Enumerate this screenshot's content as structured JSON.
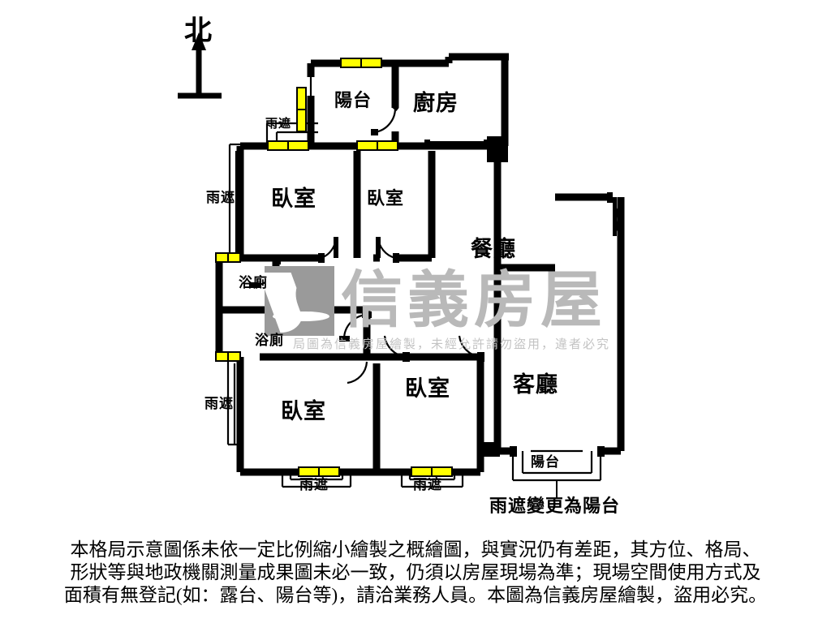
{
  "document": {
    "type": "floor-plan",
    "orientation_label": "北",
    "orientation_name": "north-compass"
  },
  "rooms": [
    {
      "key": "balcony_top",
      "label": "陽台",
      "name": "room-label-balcony-top"
    },
    {
      "key": "kitchen",
      "label": "廚房",
      "name": "room-label-kitchen"
    },
    {
      "key": "bedroom_1",
      "label": "臥室",
      "name": "room-label-bedroom-1"
    },
    {
      "key": "bedroom_2",
      "label": "臥室",
      "name": "room-label-bedroom-2"
    },
    {
      "key": "bathroom_1",
      "label": "浴廁",
      "name": "room-label-bathroom-1"
    },
    {
      "key": "bathroom_2",
      "label": "浴廁",
      "name": "room-label-bathroom-2"
    },
    {
      "key": "bedroom_3",
      "label": "臥室",
      "name": "room-label-bedroom-3"
    },
    {
      "key": "bedroom_4",
      "label": "臥室",
      "name": "room-label-bedroom-4"
    },
    {
      "key": "dining",
      "label": "餐廳",
      "name": "room-label-dining"
    },
    {
      "key": "living",
      "label": "客廳",
      "name": "room-label-living"
    },
    {
      "key": "balcony_bottom",
      "label": "陽台",
      "name": "room-label-balcony-bottom"
    }
  ],
  "annotations": {
    "rain_shelter": "雨遮",
    "rain_shelter_top_left": "雨遮",
    "rain_shelter_left_upper": "雨遮",
    "rain_shelter_left_lower": "雨遮",
    "rain_shelter_bottom_left": "雨遮",
    "rain_shelter_bottom_mid": "雨遮",
    "rain_shelter_converted": "雨遮變更為陽台"
  },
  "watermark": {
    "brand": "信義房屋",
    "notice": "局圖為信義房屋繪製，未經允許請勿盜用，違者必究",
    "mark_name": "xinyi-logo-mark"
  },
  "disclaimer": {
    "line1": "本格局示意圖係未依一定比例縮小繪製之概繪圖，與實況仍有差距，其方位、格局、",
    "line2": "形狀等與地政機關測量成果圖未必一致，仍須以房屋現場為準；現場空間使用方式及",
    "line3": "面積有無登記(如：露台、陽台等)，請洽業務人員。本圖為信義房屋繪製，盜用必究。"
  },
  "colors": {
    "wall": "#000000",
    "window": "#FFFF00",
    "background": "#FFFFFF",
    "watermark_gray": "#B9B9B9",
    "logo_gray": "#9A9A9A"
  }
}
